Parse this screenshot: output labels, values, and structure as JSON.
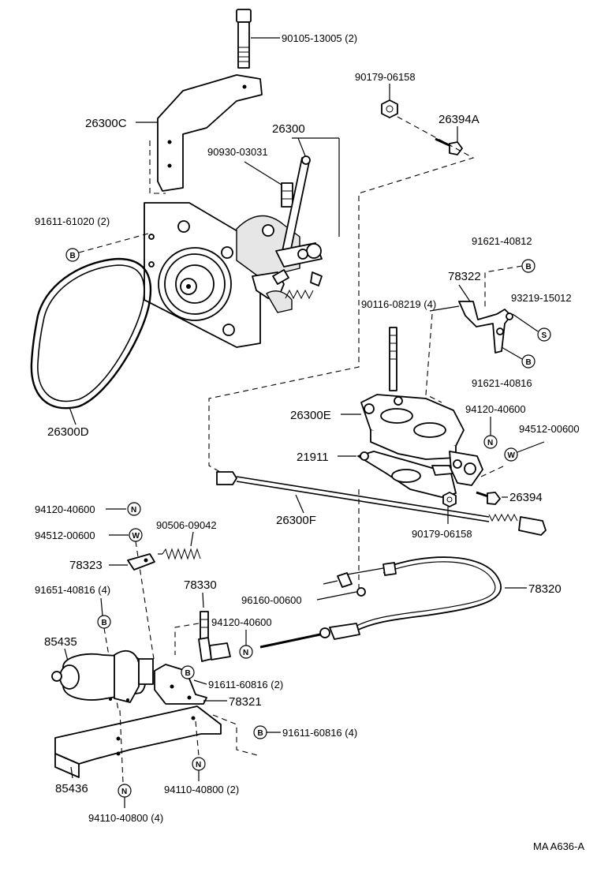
{
  "diagram": {
    "footer_code": "MA  A636-A",
    "labels": {
      "p_90105": "90105-13005 (2)",
      "p_90179_top": "90179-06158",
      "p_26394A": "26394A",
      "p_26300C": "26300C",
      "p_26300": "26300",
      "p_90930": "90930-03031",
      "p_91611_61020": "91611-61020 (2)",
      "p_91621_40812": "91621-40812",
      "p_78322": "78322",
      "p_93219": "93219-15012",
      "p_90116": "90116-08219 (4)",
      "p_91621_40816": "91621-40816",
      "p_94120_right": "94120-40600",
      "p_94512_right": "94512-00600",
      "p_26300E": "26300E",
      "p_21911": "21911",
      "p_26394": "26394",
      "p_26300D": "26300D",
      "p_26300F": "26300F",
      "p_90179_bottom": "90179-06158",
      "p_94120_left": "94120-40600",
      "p_94512_left": "94512-00600",
      "p_90506": "90506-09042",
      "p_78323": "78323",
      "p_96160": "96160-00600",
      "p_78320": "78320",
      "p_91651": "91651-40816 (4)",
      "p_78330": "78330",
      "p_94120_mid": "94120-40600",
      "p_85435": "85435",
      "p_91611_60816_a": "91611-60816 (2)",
      "p_78321": "78321",
      "p_91611_60816_b": "91611-60816 (4)",
      "p_85436": "85436",
      "p_94110_a": "94110-40800 (2)",
      "p_94110_b": "94110-40800 (4)"
    },
    "badges": {
      "bolt": "B",
      "nut": "N",
      "washer": "W",
      "screw": "S"
    }
  }
}
